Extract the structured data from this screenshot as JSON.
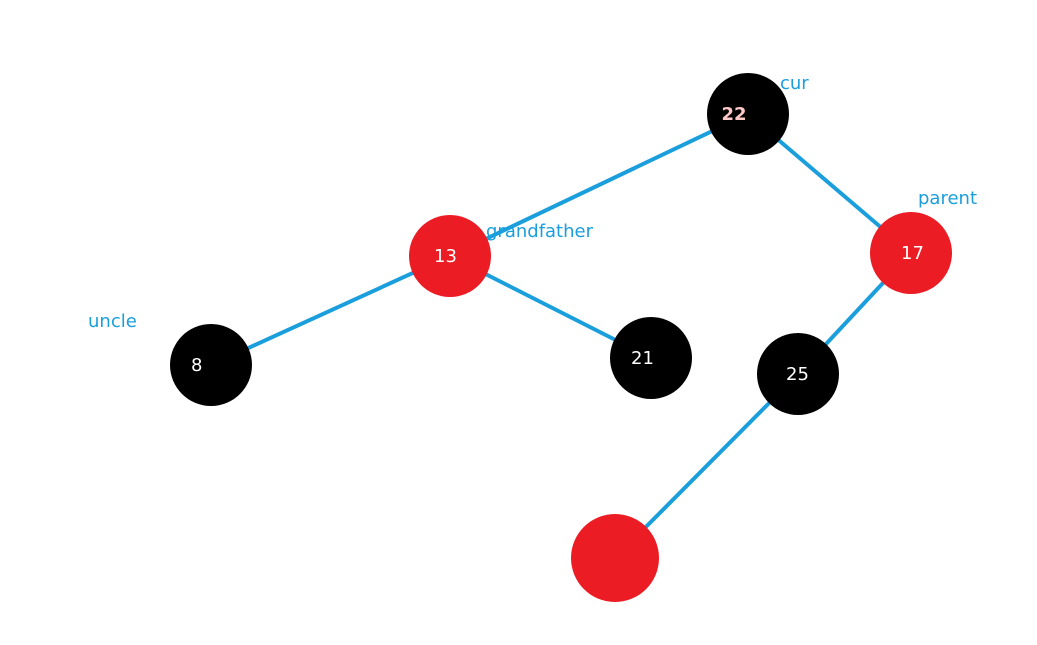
{
  "colors": {
    "edge": "#1a9fdc",
    "red_node": "#ec1c24",
    "black_node": "#000000",
    "white_text": "#ffffff",
    "pink_text": "#ffc8c8",
    "label_text": "#1a9fdc"
  },
  "nodes": [
    {
      "id": "n22",
      "value": "22",
      "color": "black"
    },
    {
      "id": "n13",
      "value": "13",
      "color": "red"
    },
    {
      "id": "n17",
      "value": "17",
      "color": "red"
    },
    {
      "id": "n8",
      "value": "8",
      "color": "black"
    },
    {
      "id": "n21",
      "value": "21",
      "color": "black"
    },
    {
      "id": "n25",
      "value": "25",
      "color": "black"
    },
    {
      "id": "nNew",
      "value": "",
      "color": "red"
    }
  ],
  "edges": [
    {
      "from": "n22",
      "to": "n13"
    },
    {
      "from": "n22",
      "to": "n17"
    },
    {
      "from": "n13",
      "to": "n8"
    },
    {
      "from": "n13",
      "to": "n21"
    },
    {
      "from": "n17",
      "to": "n25"
    },
    {
      "from": "n25",
      "to": "nNew"
    }
  ],
  "labels": {
    "cur": "cur",
    "parent": "parent",
    "grandfather": "grandfather",
    "uncle": "uncle"
  }
}
